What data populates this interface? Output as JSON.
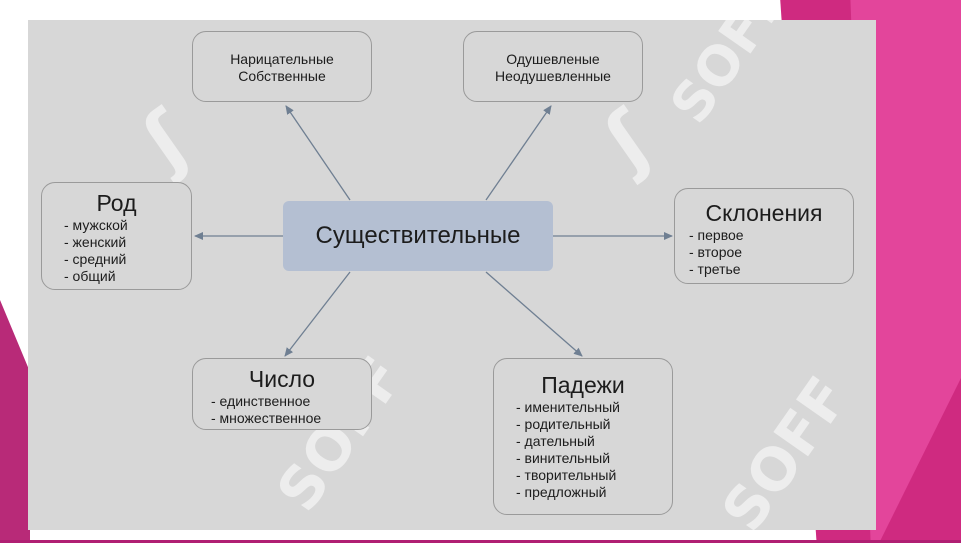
{
  "center": {
    "label": "Существительные"
  },
  "nodes": {
    "naritsatelnye": {
      "lines": [
        "Нарицательные",
        "Собственные"
      ]
    },
    "odushevlenye": {
      "lines": [
        "Одушевленые",
        "Неодушевленные"
      ]
    },
    "rod": {
      "title": "Род",
      "items": [
        "- мужской",
        "- женский",
        "- средний",
        "- общий"
      ]
    },
    "skloneniya": {
      "title": "Склонения",
      "items": [
        "- первое",
        "- второе",
        "- третье"
      ]
    },
    "chislo": {
      "title": "Число",
      "items": [
        "- единственное",
        "- множественное"
      ]
    },
    "padezhi": {
      "title": "Падежи",
      "items": [
        "- именительный",
        "- родительный",
        "- дательный",
        "- винительный",
        "- творительный",
        "- предложный"
      ]
    }
  },
  "watermark": {
    "text": "SOFF"
  },
  "colors": {
    "background": "#d7d7d7",
    "center_fill": "#b4bfd2",
    "arrow": "#6f7f92",
    "accent": "#c4237a"
  }
}
